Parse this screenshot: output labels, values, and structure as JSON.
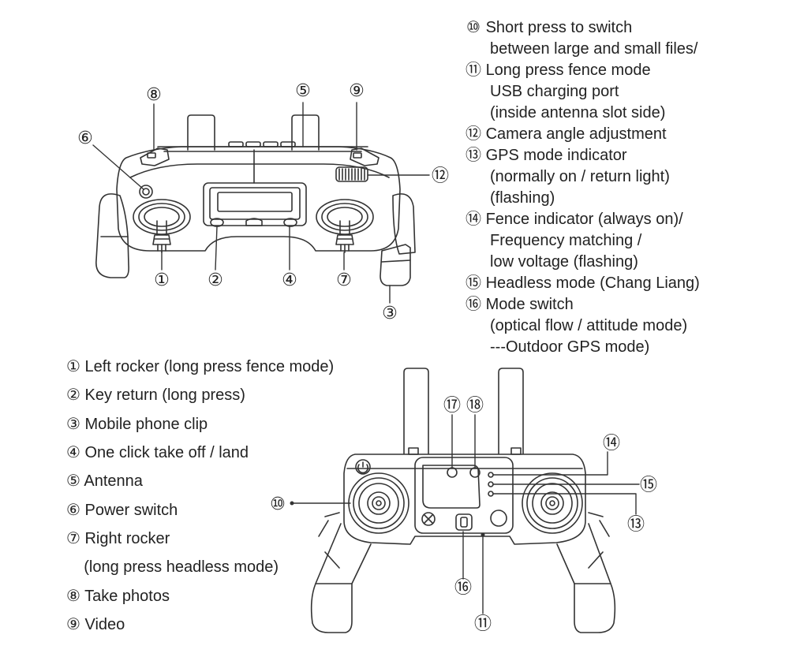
{
  "markers": {
    "m1": "①",
    "m2": "②",
    "m3": "③",
    "m4": "④",
    "m5": "⑤",
    "m6": "⑥",
    "m7": "⑦",
    "m8": "⑧",
    "m9": "⑨",
    "m10": "⑩",
    "m11": "⑪",
    "m12": "⑫",
    "m13": "⑬",
    "m14": "⑭",
    "m15": "⑮",
    "m16": "⑯",
    "m17": "⑰",
    "m18": "⑱"
  },
  "right_legend": [
    {
      "num": "⑩",
      "lines": [
        "Short press to switch",
        "between large and small files/"
      ]
    },
    {
      "num": "⑪",
      "lines": [
        "Long press fence mode",
        "USB charging port",
        "(inside antenna slot side)"
      ]
    },
    {
      "num": "⑫",
      "lines": [
        " Camera angle adjustment"
      ]
    },
    {
      "num": "⑬",
      "lines": [
        " GPS mode indicator",
        "(normally on / return light)",
        "(flashing)"
      ]
    },
    {
      "num": "⑭",
      "lines": [
        "Fence indicator (always on)/",
        "Frequency matching /",
        "low voltage (flashing)"
      ]
    },
    {
      "num": "⑮",
      "lines": [
        "Headless mode (Chang Liang)"
      ]
    },
    {
      "num": "⑯",
      "lines": [
        "Mode switch",
        "(optical flow / attitude mode)",
        "---Outdoor GPS mode)"
      ]
    }
  ],
  "left_legend": [
    "① Left rocker (long press fence mode)",
    "② Key return (long press)",
    "③ Mobile phone clip",
    "④ One click take off / land",
    "⑤ Antenna",
    "⑥ Power switch",
    "⑦ Right rocker",
    "    (long press headless mode)",
    "⑧ Take photos",
    "⑨ Video"
  ]
}
